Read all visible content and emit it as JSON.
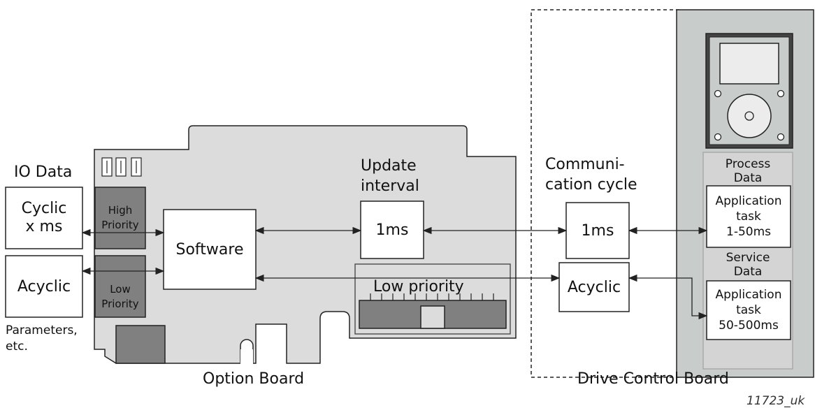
{
  "labels": {
    "io_data": "IO Data",
    "cyclic": "Cyclic\nx ms",
    "acyclic_left": "Acyclic",
    "parameters": "Parameters,\netc.",
    "high_priority": "High\nPriority",
    "low_priority_tab": "Low\nPriority",
    "software": "Software",
    "update_interval": "Update\ninterval",
    "option_1ms": "1ms",
    "low_priority": "Low priority",
    "communication_cycle": "Communi-\ncation cycle",
    "drive_1ms": "1ms",
    "acyclic_right": "Acyclic",
    "process_data": "Process\nData",
    "app_task_1": "Application\ntask\n1-50ms",
    "service_data": "Service\nData",
    "app_task_2": "Application\ntask\n50-500ms",
    "option_board": "Option Board",
    "drive_control_board": "Drive Control Board",
    "figure_id": "11723_uk"
  },
  "colors": {
    "board_fill": "#dcdcdc",
    "dark_fill": "#808080",
    "panel_fill": "#c8cccb",
    "line": "#222222"
  }
}
